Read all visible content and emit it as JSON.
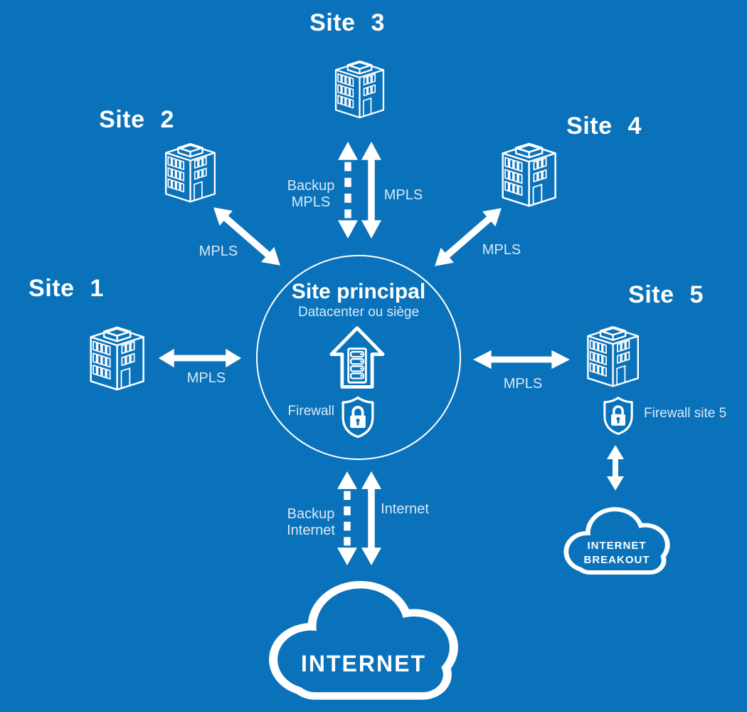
{
  "colors": {
    "background": "#0a72ba",
    "foreground": "#ffffff",
    "soft_label": "#d9e9f7"
  },
  "icons": {
    "site": "building-icon",
    "hub": "house-with-servers-icon",
    "firewall": "shield-padlock-icon",
    "internet": "cloud-icon",
    "link": "double-headed-arrow-icon",
    "backup_link": "dashed-double-headed-arrow-icon"
  },
  "hub": {
    "title": "Site principal",
    "subtitle": "Datacenter ou siège",
    "firewall_label": "Firewall"
  },
  "sites": {
    "site1": {
      "label": "Site 1",
      "link_label": "MPLS"
    },
    "site2": {
      "label": "Site 2",
      "link_label": "MPLS"
    },
    "site3": {
      "label": "Site 3",
      "link_label": "MPLS",
      "backup_link_label": "Backup\nMPLS"
    },
    "site4": {
      "label": "Site 4",
      "link_label": "MPLS"
    },
    "site5": {
      "label": "Site 5",
      "link_label": "MPLS",
      "firewall_label": "Firewall site 5",
      "breakout_cloud_label": "INTERNET\nBREAKOUT"
    }
  },
  "internet": {
    "cloud_label": "INTERNET",
    "link_label": "Internet",
    "backup_link_label": "Backup\nInternet"
  }
}
